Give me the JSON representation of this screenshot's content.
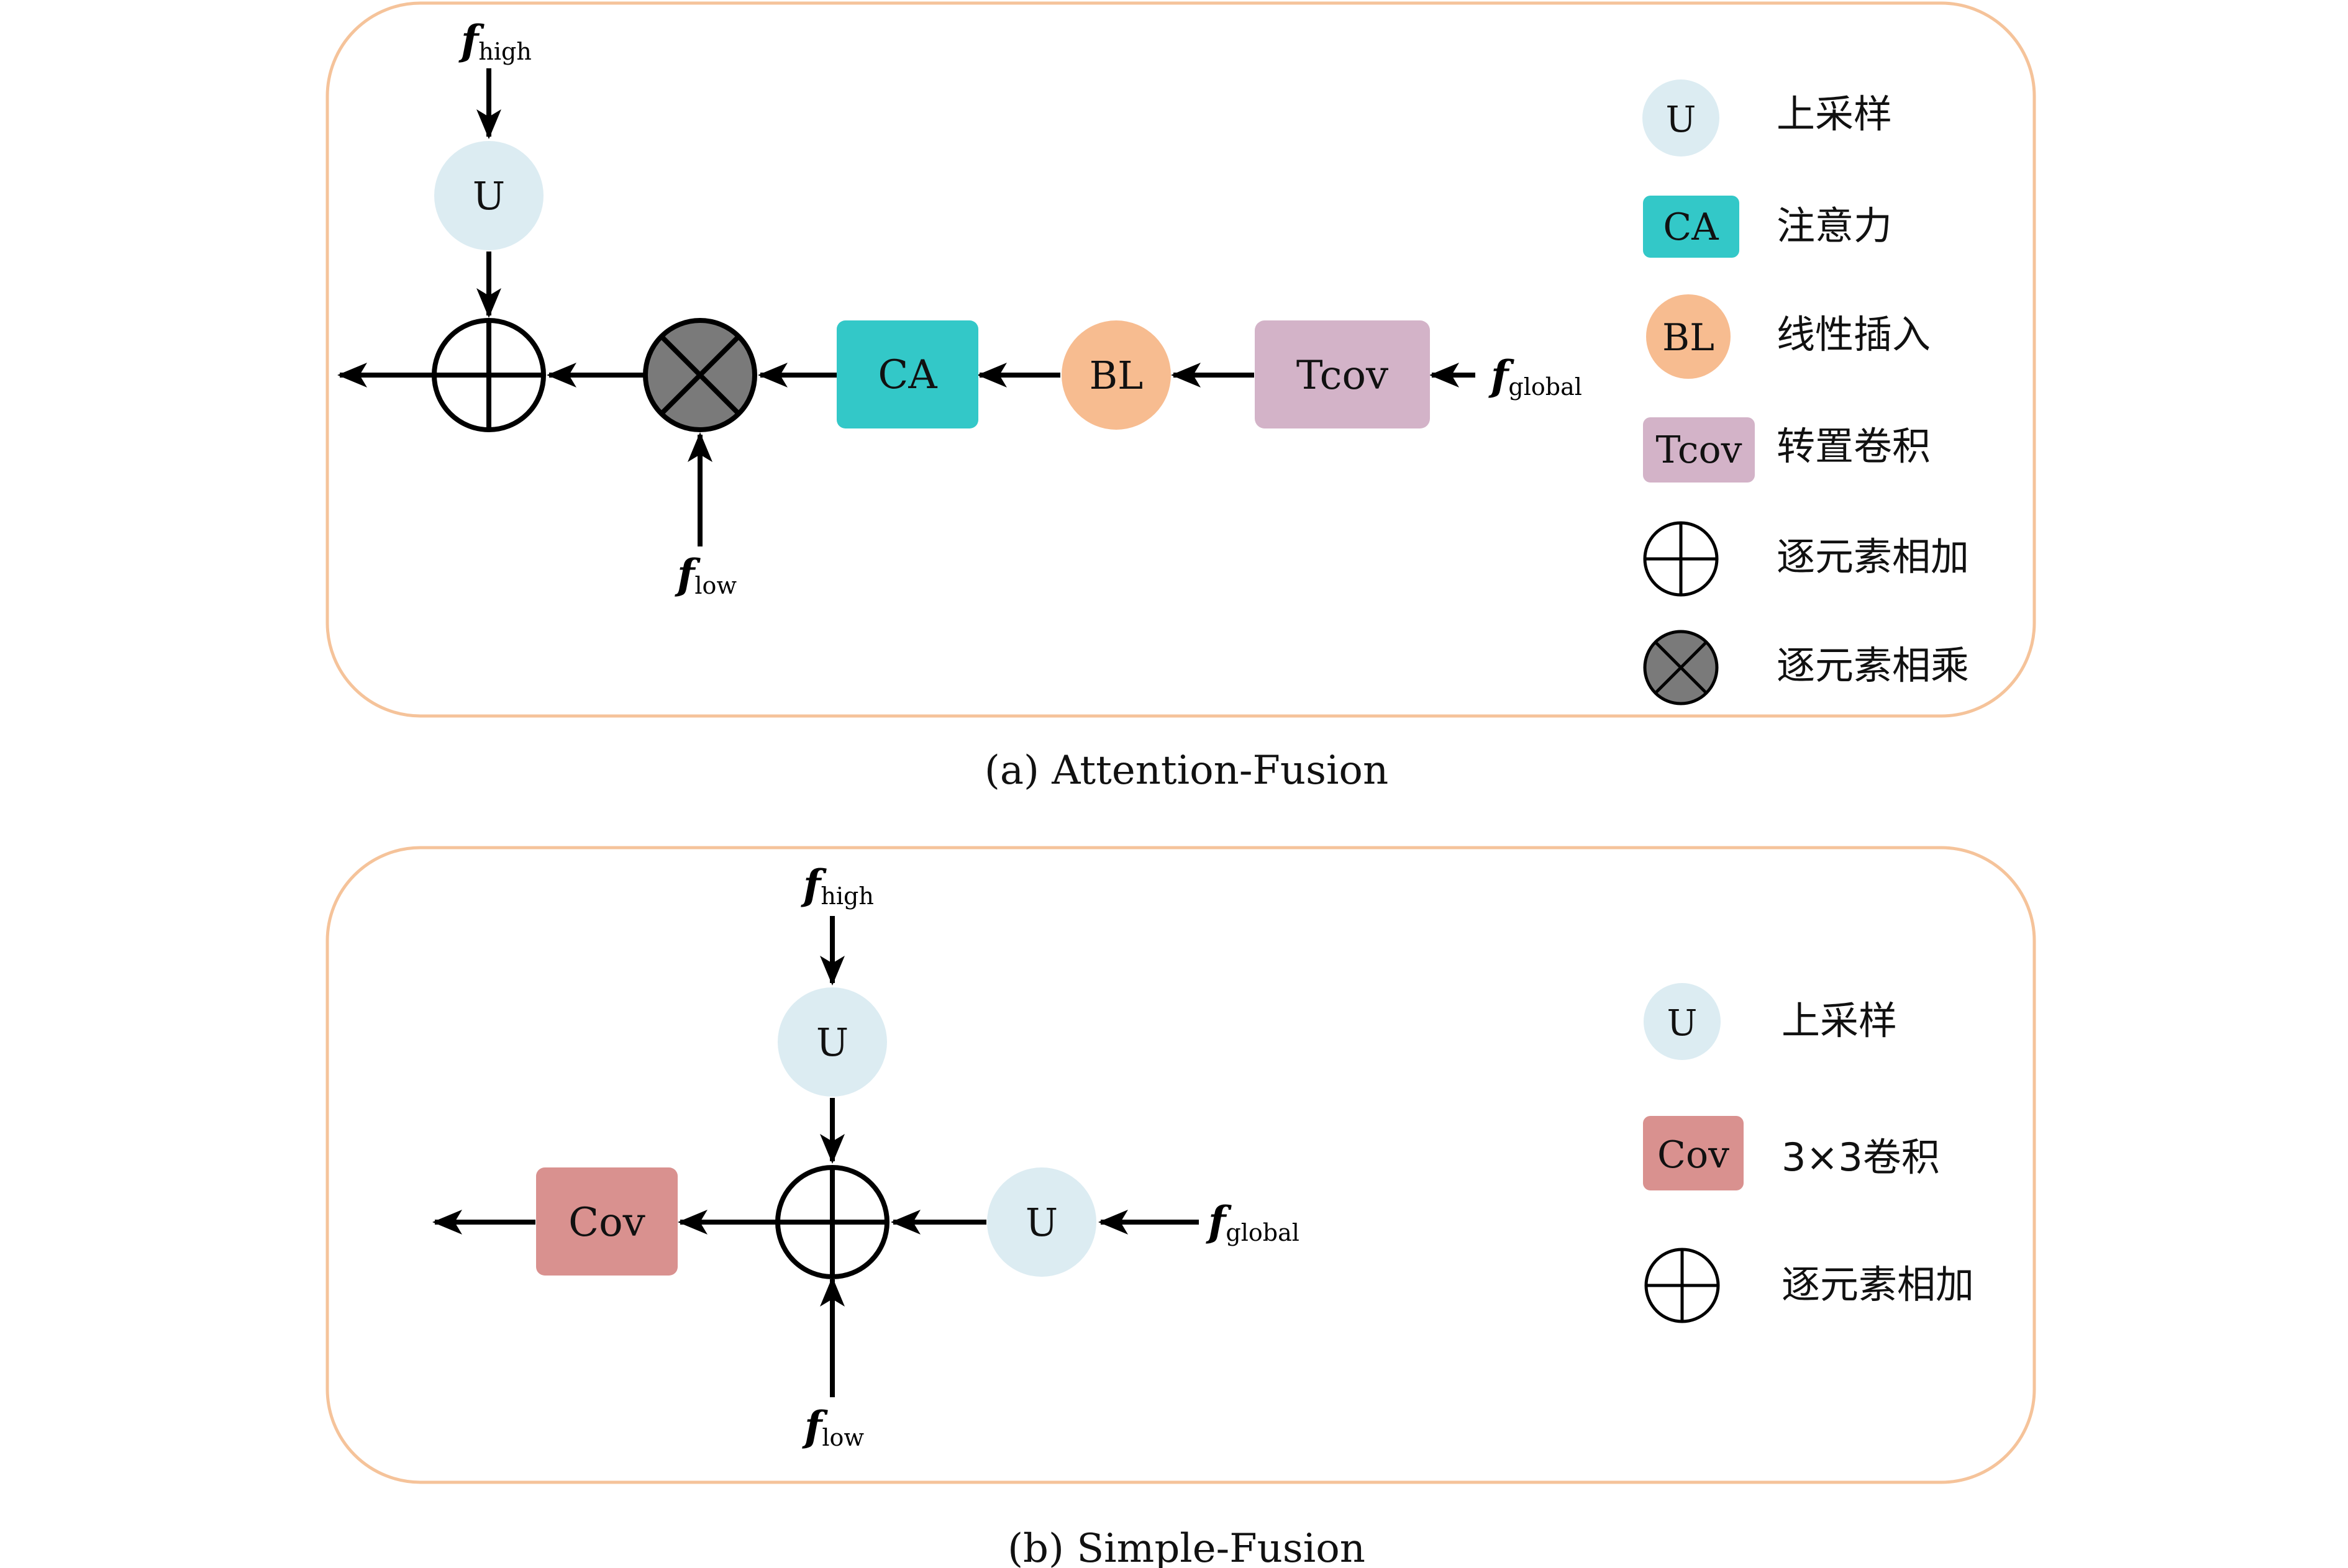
{
  "colors": {
    "panel_border": "#f5c39a",
    "upsample": "#dcecf2",
    "attention": "#33c8c8",
    "bilinear": "#f7bc90",
    "transposed_conv": "#d3b3c8",
    "conv": "#d9918f",
    "multiply_fill": "#7a7a7a",
    "arrow": "#000000"
  },
  "panel_a": {
    "caption": "(a) Attention-Fusion",
    "nodes": {
      "upsample": "U",
      "attention": "CA",
      "bilinear": "BL",
      "transposed_conv": "Tcov"
    },
    "inputs": {
      "high": {
        "var": "f",
        "sub": "high"
      },
      "low": {
        "var": "f",
        "sub": "low"
      },
      "global": {
        "var": "f",
        "sub": "global"
      }
    },
    "legend": [
      {
        "symbol": "U",
        "shape": "circle",
        "text": "上采样"
      },
      {
        "symbol": "CA",
        "shape": "rect",
        "text": "注意力"
      },
      {
        "symbol": "BL",
        "shape": "circle",
        "text": "线性插入"
      },
      {
        "symbol": "Tcov",
        "shape": "rect",
        "text": "转置卷积"
      },
      {
        "symbol": "",
        "shape": "circle-plus-icon",
        "text": "逐元素相加"
      },
      {
        "symbol": "",
        "shape": "circle-times-icon",
        "text": "逐元素相乘"
      }
    ]
  },
  "panel_b": {
    "caption": "(b) Simple-Fusion",
    "nodes": {
      "upsample_top": "U",
      "upsample_right": "U",
      "conv": "Cov"
    },
    "inputs": {
      "high": {
        "var": "f",
        "sub": "high"
      },
      "low": {
        "var": "f",
        "sub": "low"
      },
      "global": {
        "var": "f",
        "sub": "global"
      }
    },
    "legend": [
      {
        "symbol": "U",
        "shape": "circle",
        "text": "上采样"
      },
      {
        "symbol": "Cov",
        "shape": "rect",
        "text": "3×3卷积"
      },
      {
        "symbol": "",
        "shape": "circle-plus-icon",
        "text": "逐元素相加"
      }
    ]
  }
}
